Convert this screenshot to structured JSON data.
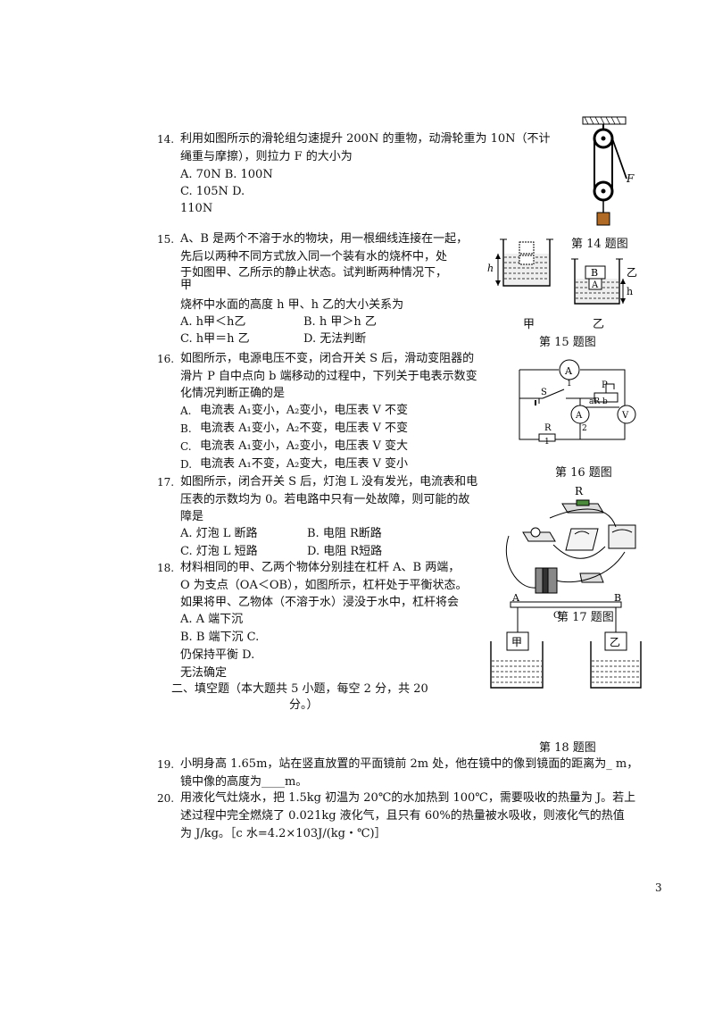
{
  "q14": {
    "num": "14.",
    "l1": "利用如图所示的滑轮组匀速提升 200N 的重物，动滑轮重为 10N（不计",
    "l2": "绳重与摩擦），则拉力 F 的大小为",
    "l3": "A. 70N B. 100N",
    "l4": "C. 105N D.",
    "l5": "110N",
    "fig_label_F": "F",
    "caption": "第 14 题图"
  },
  "q15": {
    "num": "15.",
    "l1": "A、B 是两个不溶于水的物块，用一根细线连接在一起，",
    "l2": "先后以两种不同方式放入同一个装有水的烧杯中，处",
    "l3": "于如图甲、乙所示的静止状态。试判断两种情况下，",
    "l3b": "甲",
    "l4": "烧杯中水面的高度 h 甲、h 乙的大小关系为",
    "optA": "A. h甲＜h乙",
    "optB": "B. h 甲＞h 乙",
    "optC": "C. h甲＝h 乙",
    "optD": "D. 无法判断",
    "fig_h_left": "h",
    "fig_h_right": "h",
    "fig_A": "A",
    "fig_B": "B",
    "fig_yi_side": "乙",
    "label_jia": "甲",
    "label_yi": "乙",
    "caption": "第 15 题图"
  },
  "q16": {
    "num": "16.",
    "l1": "如图所示，电源电压不变，闭合开关 S 后，滑动变阻器的",
    "l2": "滑片 P 自中点向 b 端移动的过程中，下列关于电表示数变",
    "l3": "化情况判断正确的是",
    "optA_k": "A.",
    "optA": "电流表 A₁变小，A₂变小，电压表 V 不变",
    "optB_k": "B.",
    "optB": "电流表 A₁变小，A₂不变，电压表 V 不变",
    "optC_k": "C.",
    "optC": "电流表 A₁变小，A₂变小，电压表 V 变大",
    "optD_k": "D.",
    "optD": "电流表 A₁不变，A₂变大，电压表 V 变小",
    "fig_A": "A",
    "fig_1": "1",
    "fig_S": "S",
    "fig_P": "P",
    "fig_aRb": "aR b",
    "fig_A2": "A",
    "fig_2": "2",
    "fig_V": "V",
    "fig_R": "R",
    "fig_R1": "1",
    "caption": "第 16 题图"
  },
  "q17": {
    "num": "17.",
    "l1": "如图所示，闭合开关 S 后，灯泡 L 没有发光，电流表和电",
    "l2": "压表的示数均为 0。若电路中只有一处故障，则可能的故",
    "l3": "障是",
    "optA": "A. 灯泡 L 断路",
    "optB": "B. 电阻 R断路",
    "optC": "C. 灯泡 L 短路",
    "optD": "D. 电阻 R短路",
    "fig_R": "R",
    "caption": "第 17 题图"
  },
  "q18": {
    "num": "18.",
    "l1": "材料相同的甲、乙两个物体分别挂在杠杆 A、B 两端，",
    "l2": "O 为支点（OA＜OB），如图所示，杠杆处于平衡状态。",
    "l3": "如果将甲、乙物体（不溶于水）浸没于水中，杠杆将会",
    "optA": "A. A 端下沉",
    "optB": "B. B 端下沉 C.",
    "optC": "仍保持平衡 D.",
    "optD": "无法确定",
    "fig_A": "A",
    "fig_B": "B",
    "fig_O": "O",
    "fig_jia": "甲",
    "fig_yi": "乙",
    "caption": "第 18 题图"
  },
  "section2": {
    "l1": "二、填空题（本大题共 5 小题，每空 2 分，共 20",
    "l2": "分。）"
  },
  "q19": {
    "num": "19.",
    "l1": "小明身高 1.65m，站在竖直放置的平面镜前 2m 处，他在镜中的像到镜面的距离为_ m，",
    "l2": "镜中像的高度为____m。"
  },
  "q20": {
    "num": "20.",
    "l1": "用液化气灶烧水，把 1.5kg 初温为 20℃的水加热到 100℃，需要吸收的热量为 J。若上",
    "l2": "述过程中完全燃烧了 0.021kg 液化气，且只有 60%的热量被水吸收，则液化气的热值",
    "l3": "为 J/kg。［c 水=4.2×103J/(kg・℃)］"
  },
  "page_number": "3"
}
